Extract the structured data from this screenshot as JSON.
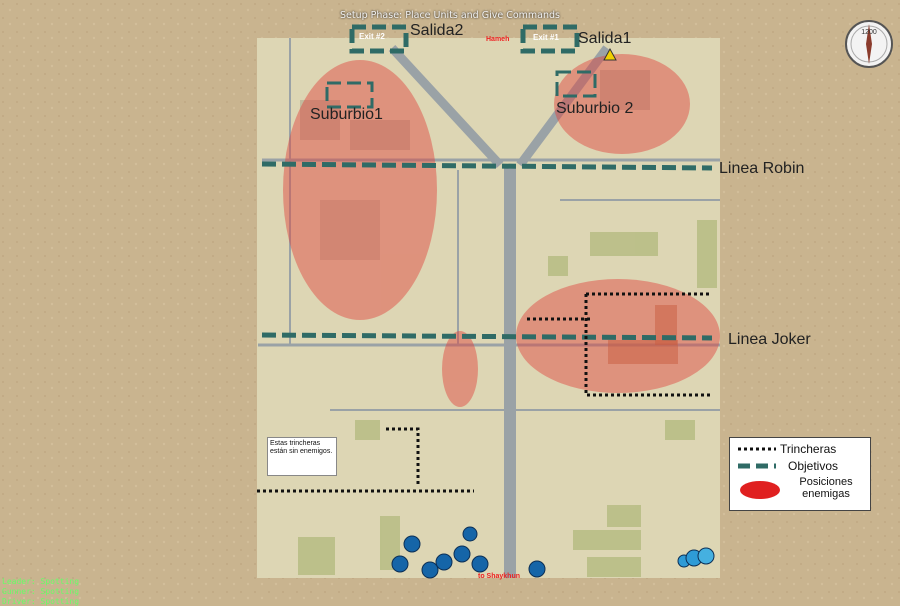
{
  "hud": {
    "phase_text": "Setup Phase: Place Units and Give Commands",
    "compass_value": "1200",
    "status_lines": [
      "Leader: Spotting",
      "Gunner: Spotting",
      "Driver: Spotting"
    ]
  },
  "map": {
    "exits": [
      {
        "label": "Exit #2",
        "name": "Salida2"
      },
      {
        "label": "Exit #1",
        "name": "Salida1"
      }
    ],
    "place_top": "Hameh",
    "place_bottom": "to Shaykhun",
    "suburbs": [
      "Suburbio1",
      "Suburbio 2"
    ],
    "lines": [
      "Linea Robin",
      "Linea Joker"
    ],
    "note": "Estas trincheras están sin enemigos."
  },
  "legend": {
    "trenches": "Trincheras",
    "objectives": "Objetivos",
    "enemy_positions": "Posiciones enemigas"
  },
  "colors": {
    "terrain": "#c9b48f",
    "enemy_zone": "#e0403a",
    "objective_line": "#2f6b66",
    "trench": "#111111",
    "unit": "#1565a8"
  }
}
